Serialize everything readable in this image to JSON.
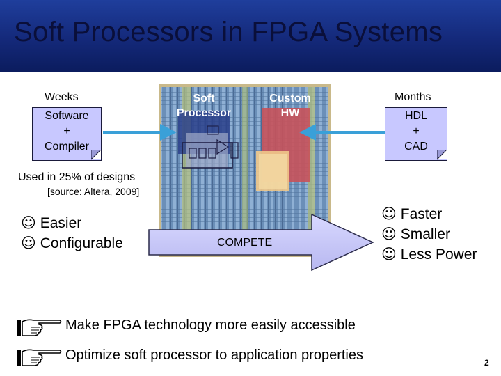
{
  "slide": {
    "title": "Soft Processors in FPGA Systems",
    "page_number": "2"
  },
  "left_box": {
    "heading": "Weeks",
    "line1": "Software",
    "line2": "+",
    "line3": "Compiler"
  },
  "right_box": {
    "heading": "Months",
    "line1": "HDL",
    "line2": "+",
    "line3": "CAD"
  },
  "chip": {
    "soft_label_1": "Soft",
    "soft_label_2": "Processor",
    "custom_label_1": "Custom",
    "custom_label_2": "HW"
  },
  "usage": {
    "statement": "Used in 25% of designs",
    "source": "[source: Altera, 2009]"
  },
  "left_benefits": [
    "Easier",
    "Configurable"
  ],
  "compete_label": "COMPETE",
  "right_benefits": [
    "Faster",
    "Smaller",
    "Less Power"
  ],
  "smiley_glyph": "☺",
  "bullets": [
    "Make FPGA technology more easily accessible",
    "Optimize soft processor to application properties"
  ],
  "colors": {
    "title_bar": "#14297a",
    "note_fill": "#c8c8ff",
    "arrow_fill": "#c8c8ff"
  }
}
